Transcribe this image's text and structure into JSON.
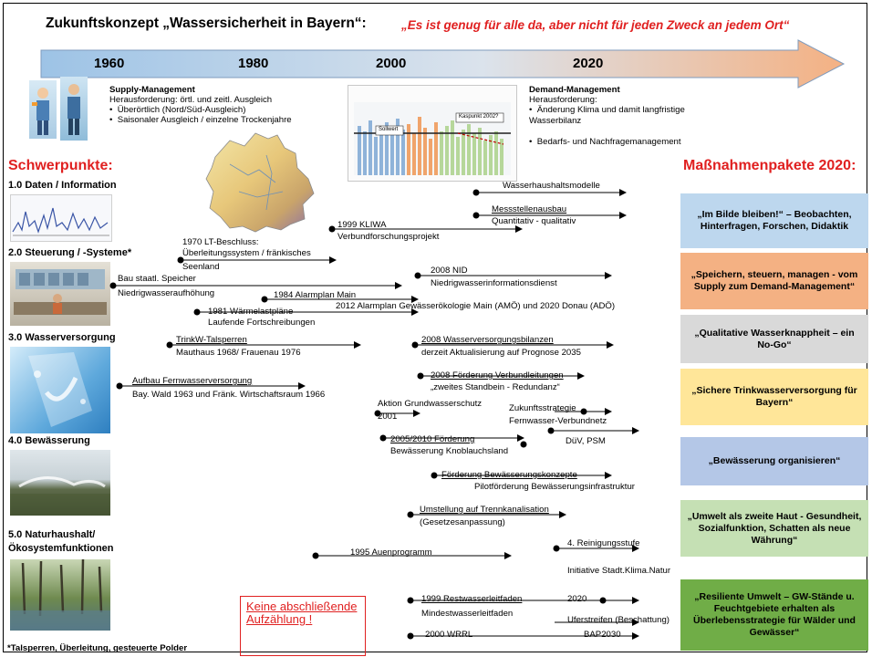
{
  "title": "Zukunftskonzept „Wassersicherheit in Bayern“:",
  "motto": "„Es ist genug für alle da, aber nicht für jeden Zweck an jedem Ort“",
  "years": [
    "1960",
    "1980",
    "2000",
    "2020"
  ],
  "supply": {
    "heading": "Supply-Management",
    "line": "Herausforderung: örtl. und zeitl. Ausgleich",
    "bullets": [
      "Überörtlich (Nord/Süd-Ausgleich)",
      "Saisonaler Ausgleich / einzelne Trockenjahre"
    ]
  },
  "demand": {
    "heading": "Demand-Management",
    "line": "Herausforderung:",
    "bullets": [
      "Änderung Klima und damit langfristige Wasserbilanz",
      "Bedarfs- und Nachfragemanagement"
    ]
  },
  "schwerpunkte_heading": "Schwerpunkte:",
  "massnahmen_heading": "Maßnahmenpakete 2020:",
  "sections": [
    "1.0 Daten / Information",
    "2.0 Steuerung / -Systeme*",
    "3.0 Wasserversorgung",
    "4.0 Bewässerung",
    "5.0 Naturhaushalt/",
    "Ökosystemfunktionen"
  ],
  "events": {
    "wasserhaushaltsmodelle": "Wasserhaushaltsmodelle",
    "messstellenausbau": "Messstellenausbau",
    "quantitativ": "Quantitativ - qualitativ",
    "kliwa": "1999 KLIWA",
    "verbundforschung": "Verbundforschungsprojekt",
    "lt_beschluss_1": "1970 LT-Beschluss:",
    "lt_beschluss_2": "Überleitungssystem / fränkisches",
    "lt_beschluss_3": "Seenland",
    "speicher_1": "Bau staatl. Speicher",
    "speicher_2": "Niedrigwasseraufhöhung",
    "nid_1": "2008 NID",
    "nid_2": "Niedrigwasserinformationsdienst",
    "alarmplan": "1984 Alarmplan Main",
    "alarmplan_2012": "2012 Alarmplan Gewässerökologie Main (AMÖ) und 2020 Donau (ADÖ)",
    "waermelast_1": "1981 Wärmelastpläne",
    "waermelast_2": "Laufende Fortschreibungen",
    "talsperren_1": "TrinkW-Talsperren",
    "talsperren_2": "Mauthaus 1968/ Frauenau 1976",
    "bilanzen_1": "2008 Wasserversorgungsbilanzen",
    "bilanzen_2": "derzeit Aktualisierung auf Prognose 2035",
    "fernwasser_1": "Aufbau Fernwasserversorgung",
    "fernwasser_2": "Bay. Wald 1963 und Fränk. Wirtschaftsraum 1966",
    "verbund_1": "2008 Förderung Verbundleitungen",
    "verbund_2": "„zweites Standbein - Redundanz“",
    "grundwasser_1": "Aktion Grundwasserschutz",
    "grundwasser_2": "2001",
    "zukunft_1": "Zukunftsstrategie",
    "zukunft_2": "Fernwasser-Verbundnetz",
    "knoblauch_1": "2005/2010 Förderung",
    "knoblauch_2": "Bewässerung Knoblauchsland",
    "duev": "DüV, PSM",
    "bew_konzepte": "Förderung Bewässerungskonzepte",
    "bew_infra": "Pilotförderung Bewässerungsinfrastruktur",
    "trennkanal_1": "Umstellung auf Trennkanalisation",
    "trennkanal_2": "(Gesetzesanpassung)",
    "reinigung": "4. Reinigungsstufe",
    "auen": "1995 Auenprogramm",
    "stadtklima": "Initiative Stadt.Klima.Natur",
    "restwasser_1": "1999 Restwasserleitfaden",
    "restwasser_2020": "2020",
    "mindestwasser": "Mindestwasserleitfaden",
    "uferstreifen": "Uferstreifen (Beschattung)",
    "wrrl": "2000 WRRL",
    "bap": "BAP2030"
  },
  "packages": [
    {
      "text": "„Im Bilde bleiben!“ – Beobachten, Hinterfragen, Forschen, Didaktik",
      "color": "#bdd7ee"
    },
    {
      "text": "„Speichern, steuern, managen - vom Supply zum Demand-Management“",
      "color": "#f4b183"
    },
    {
      "text": "„Qualitative Wasserknappheit – ein No-Go“",
      "color": "#d9d9d9"
    },
    {
      "text": "„Sichere Trinkwasserversorgung für Bayern“",
      "color": "#ffe699"
    },
    {
      "text": "„Bewässerung organisieren“",
      "color": "#b4c7e7"
    },
    {
      "text": "„Umwelt als zweite Haut - Gesundheit, Sozialfunktion, Schatten als neue Währung“",
      "color": "#c5e0b4"
    },
    {
      "text": "„Resiliente Umwelt – GW-Stände u. Feuchtgebiete erhalten als Überlebensstrategie für Wälder und Gewässer“",
      "color": "#70ad47"
    }
  ],
  "chart_inset": {
    "label_a": "Sollwert",
    "label_b": "Kaspunkt 2002?"
  },
  "note": "Keine abschließende Aufzählung !",
  "footnote": "*Talsperren, Überleitung, gesteuerte Polder"
}
